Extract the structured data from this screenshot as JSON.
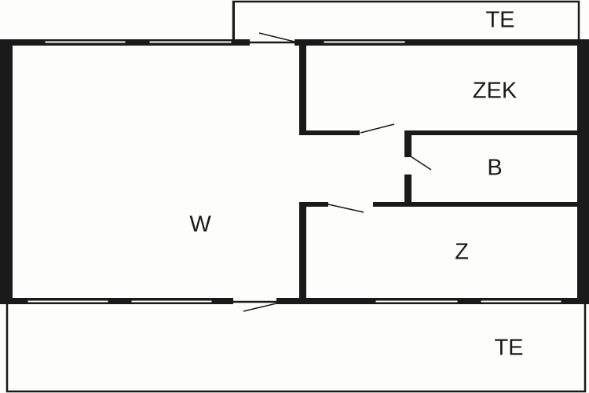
{
  "floorplan": {
    "rooms": {
      "terrace_top": "TE",
      "kitchen": "ZEK",
      "bathroom": "B",
      "living": "W",
      "bedroom": "Z",
      "terrace_bottom": "TE"
    },
    "colors": {
      "wall": "#1a1a1a",
      "background": "#fdfdfb"
    }
  }
}
